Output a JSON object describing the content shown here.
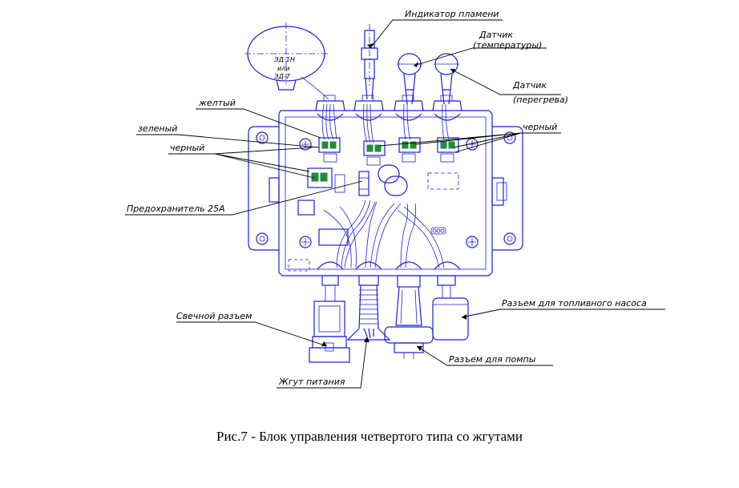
{
  "labels": {
    "flame_indicator": "Индикатор пламени",
    "sensor_temp_1": "Датчик",
    "sensor_temp_2": "(температуры)",
    "sensor_over_1": "Датчик",
    "sensor_over_2": "(перегрева)",
    "yellow": "желтый",
    "green": "зеленый",
    "black_left": "черный",
    "black_right": "черный",
    "fuse": "Предохранитель 25А",
    "plug_connector": "Свечной разъем",
    "fuel_pump_connector": "Разъем для топливного насоса",
    "pump_connector": "Разъем для помпы",
    "power_harness": "Жгут питания",
    "glow_1": "ЭД-1Н",
    "glow_2": "или",
    "glow_3": "ЭД-7"
  },
  "caption": "Рис.7 - Блок управления четвертого типа со жгутами",
  "colors": {
    "drawing": "#1f1fd6",
    "leader": "#000000",
    "wire_green": "#1e8c3a"
  }
}
